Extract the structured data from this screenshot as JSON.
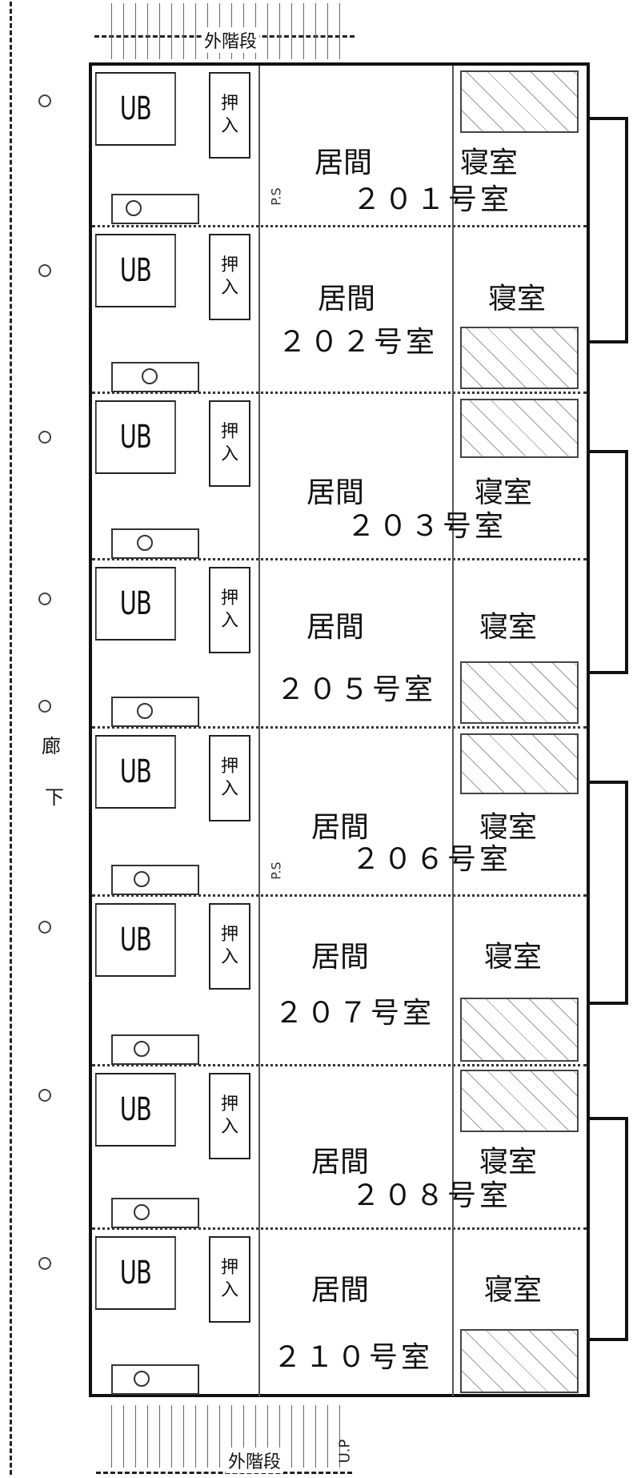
{
  "stairs": {
    "top": "外階段",
    "bottom": "外階段",
    "up_mark": "U.P"
  },
  "corridor": {
    "char1": "廊",
    "char2": "下"
  },
  "ps_marks": [
    "P.S",
    "P.S"
  ],
  "units": [
    {
      "ub": "UB",
      "oshi1": "押",
      "oshi2": "入",
      "living": "居間",
      "bed": "寝室",
      "room": "２０１号室"
    },
    {
      "ub": "UB",
      "oshi1": "押",
      "oshi2": "入",
      "living": "居間",
      "bed": "寝室",
      "room": "２０２号室"
    },
    {
      "ub": "UB",
      "oshi1": "押",
      "oshi2": "入",
      "living": "居間",
      "bed": "寝室",
      "room": "２０３号室"
    },
    {
      "ub": "UB",
      "oshi1": "押",
      "oshi2": "入",
      "living": "居間",
      "bed": "寝室",
      "room": "２０５号室"
    },
    {
      "ub": "UB",
      "oshi1": "押",
      "oshi2": "入",
      "living": "居間",
      "bed": "寝室",
      "room": "２０６号室"
    },
    {
      "ub": "UB",
      "oshi1": "押",
      "oshi2": "入",
      "living": "居間",
      "bed": "寝室",
      "room": "２０７号室"
    },
    {
      "ub": "UB",
      "oshi1": "押",
      "oshi2": "入",
      "living": "居間",
      "bed": "寝室",
      "room": "２０８号室"
    },
    {
      "ub": "UB",
      "oshi1": "押",
      "oshi2": "入",
      "living": "居間",
      "bed": "寝室",
      "room": "２１０号室"
    }
  ]
}
